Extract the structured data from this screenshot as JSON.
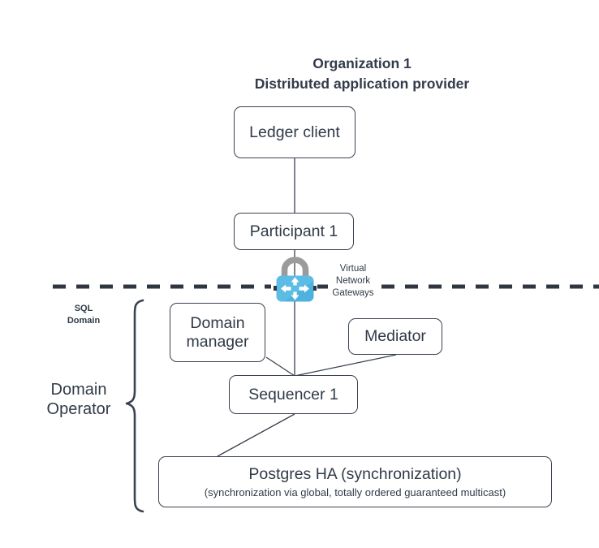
{
  "diagram": {
    "title": {
      "line1": "Organization 1",
      "line2": "Distributed application provider"
    },
    "nodes": {
      "ledger_client": "Ledger client",
      "participant_1": "Participant 1",
      "domain_manager_line1": "Domain",
      "domain_manager_line2": "manager",
      "mediator": "Mediator",
      "sequencer_1": "Sequencer 1",
      "postgres_title": "Postgres HA (synchronization)",
      "postgres_subtitle": "(synchronization via global, totally ordered guaranteed multicast)"
    },
    "annotations": {
      "sql_domain_line1": "SQL",
      "sql_domain_line2": "Domain",
      "vng_line1": "Virtual",
      "vng_line2": "Network",
      "vng_line3": "Gateways",
      "domain_operator_line1": "Domain",
      "domain_operator_line2": "Operator"
    },
    "icons": {
      "vng": "padlock-network-gateway-icon"
    },
    "colors": {
      "stroke": "#3a4250",
      "text": "#303a48",
      "icon_body": "#5cbce4",
      "icon_body_dark": "#41a9d8",
      "icon_shackle": "#9b9b9b",
      "icon_arrow": "#ffffff",
      "background": "#ffffff",
      "boundary_dash": "#2f3640"
    }
  }
}
